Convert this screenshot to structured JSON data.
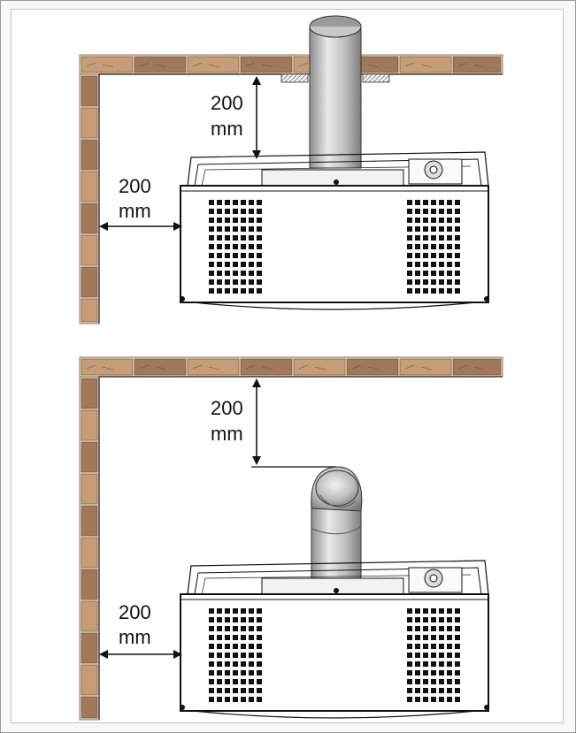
{
  "diagrams": [
    {
      "id": "top",
      "ceiling_clearance": {
        "value": "200",
        "unit": "mm"
      },
      "wall_clearance": {
        "value": "200",
        "unit": "mm"
      },
      "flue": "straight"
    },
    {
      "id": "bottom",
      "ceiling_clearance": {
        "value": "200",
        "unit": "mm"
      },
      "wall_clearance": {
        "value": "200",
        "unit": "mm"
      },
      "flue": "elbow"
    }
  ],
  "colors": {
    "brick": "#a0785a",
    "brick_light": "#c79d78",
    "mortar": "#e9dcc8",
    "line": "#111111",
    "flue_light": "#e6e6e6",
    "flue_dark": "#8f8f8f"
  }
}
